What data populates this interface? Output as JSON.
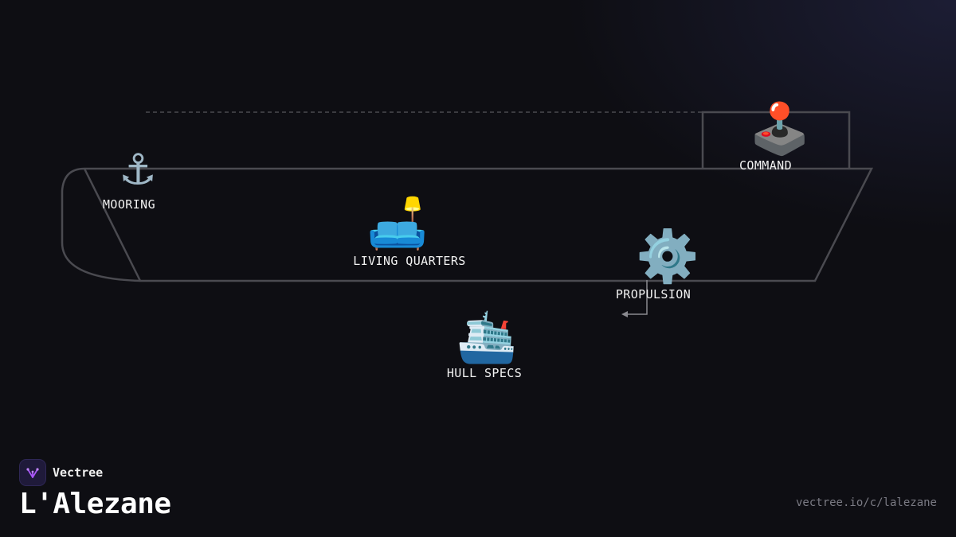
{
  "nodes": {
    "mooring": {
      "label": "MOORING",
      "icon": "anchor-icon",
      "glyph": "⚓"
    },
    "living": {
      "label": "LIVING QUARTERS",
      "icon": "couch-and-lamp-icon",
      "glyph": "🛋️"
    },
    "command": {
      "label": "COMMAND",
      "icon": "joystick-icon",
      "glyph": "🕹️"
    },
    "propulsion": {
      "label": "PROPULSION",
      "icon": "gear-icon",
      "glyph": "⚙️"
    },
    "hull": {
      "label": "HULL SPECS",
      "icon": "ship-icon",
      "glyph": "🛳️"
    }
  },
  "footer": {
    "brand": "Vectree",
    "title": "L'Alezane",
    "url": "vectree.io/c/lalezane"
  },
  "colors": {
    "background": "#0e0e13",
    "outline": "#4a4a50",
    "connector": "#8a8a90",
    "text": "#f2f2f2",
    "url": "#7b7b84",
    "brand_accent": "#a855f7"
  }
}
